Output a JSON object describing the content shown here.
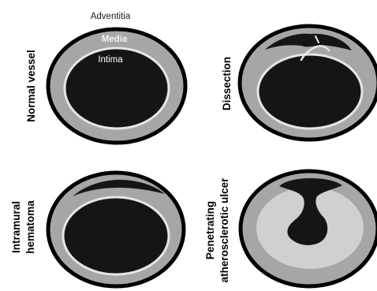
{
  "labels": {
    "adventitia": "Adventitia",
    "media": "Media",
    "intima": "Intima",
    "normal_vessel": "Normal vessel",
    "dissection": "Dissection",
    "intramural_line1": "Intramural",
    "intramural_line2": "hematoma",
    "penetrating_line1": "Penetrating",
    "penetrating_line2": "atherosclerotic ulcer"
  },
  "colors": {
    "vessel_outline": "#000000",
    "media_gray": "#a6a6a6",
    "intima_line": "#e6e6e6",
    "lumen": "#151515",
    "plaque_light": "#d0d0d0",
    "media_text": "#f2f2f2",
    "intima_text": "#ffffff"
  }
}
